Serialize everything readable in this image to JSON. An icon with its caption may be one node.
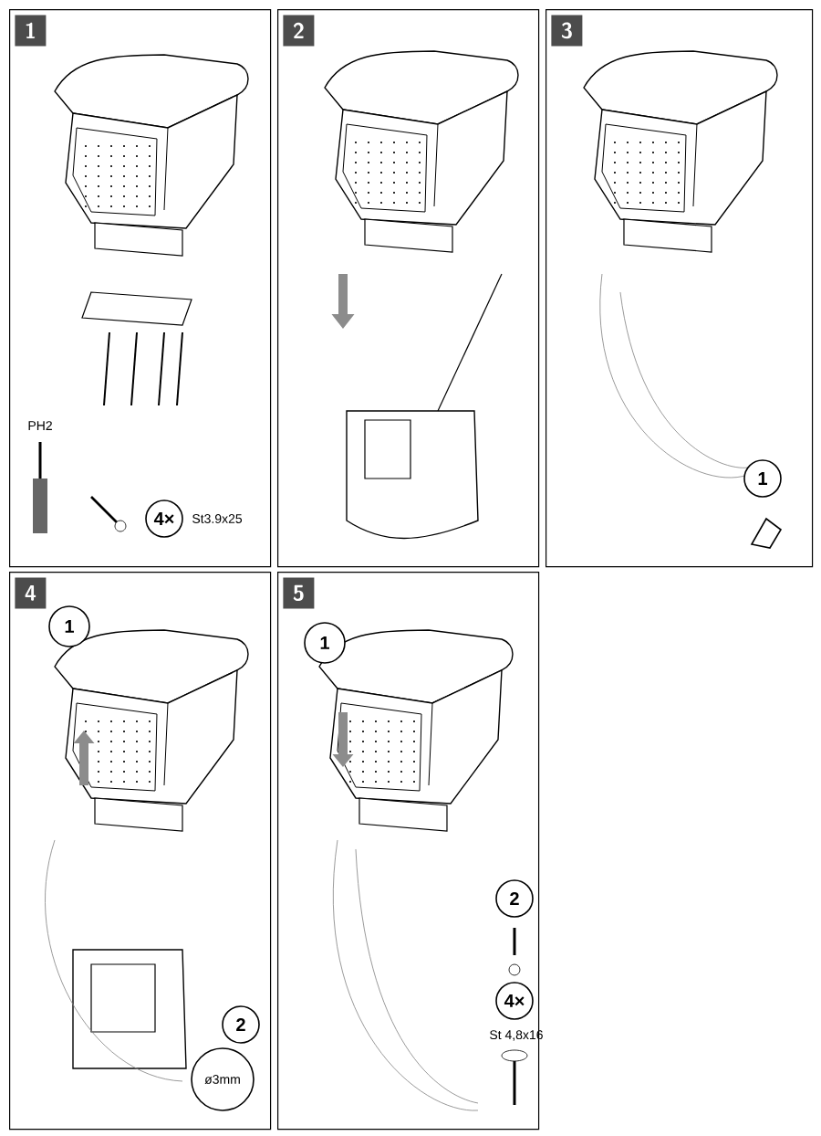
{
  "diagram": {
    "nodes": [
      {
        "text": [
          "1"
        ]
      },
      {
        "text": [
          "2"
        ]
      },
      {
        "text": [
          "3"
        ]
      },
      {
        "text": [
          "4"
        ]
      },
      {
        "text": [
          "5"
        ]
      },
      {
        "text": [
          "4×"
        ],
        "in": 0
      },
      {
        "text": [
          "1"
        ],
        "in": 2
      },
      {
        "text": [
          "1"
        ],
        "in": 3
      },
      {
        "text": [
          "2"
        ],
        "in": 3
      },
      {
        "text": [
          "ø3mm"
        ],
        "in": 3
      },
      {
        "text": [
          "1"
        ],
        "in": 4
      },
      {
        "text": [
          "2"
        ],
        "in": 4
      },
      {
        "text": [
          "4×"
        ],
        "in": 4
      }
    ],
    "labels": [
      "PH2",
      "St3.9x25",
      "St 4,8x16"
    ]
  }
}
